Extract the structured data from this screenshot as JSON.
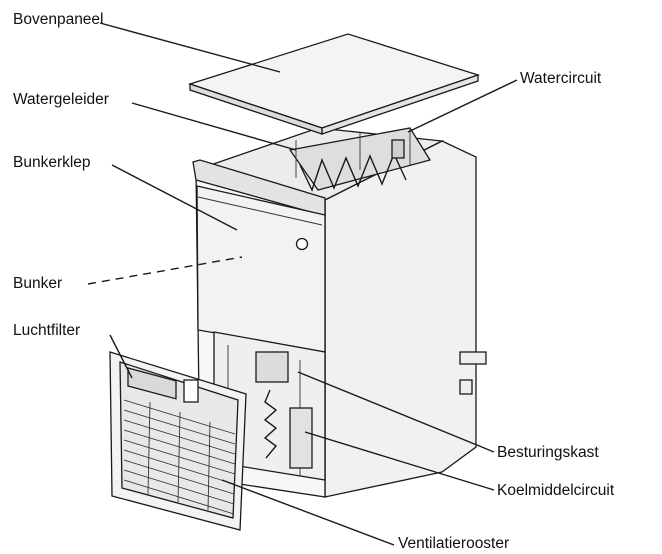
{
  "labels": {
    "bovenpaneel": "Bovenpaneel",
    "watergeleider": "Watergeleider",
    "watercircuit": "Watercircuit",
    "bunkerklep": "Bunkerklep",
    "bunker": "Bunker",
    "luchtfilter": "Luchtfilter",
    "besturingskast": "Besturingskast",
    "koelmiddelcircuit": "Koelmiddelcircuit",
    "ventilatierooster": "Ventilatierooster"
  },
  "colors": {
    "line": "#1a1a1a",
    "panel_light": "#f2f2f2",
    "panel_mid": "#e6e6e6",
    "panel_dark": "#d4d4d4"
  }
}
